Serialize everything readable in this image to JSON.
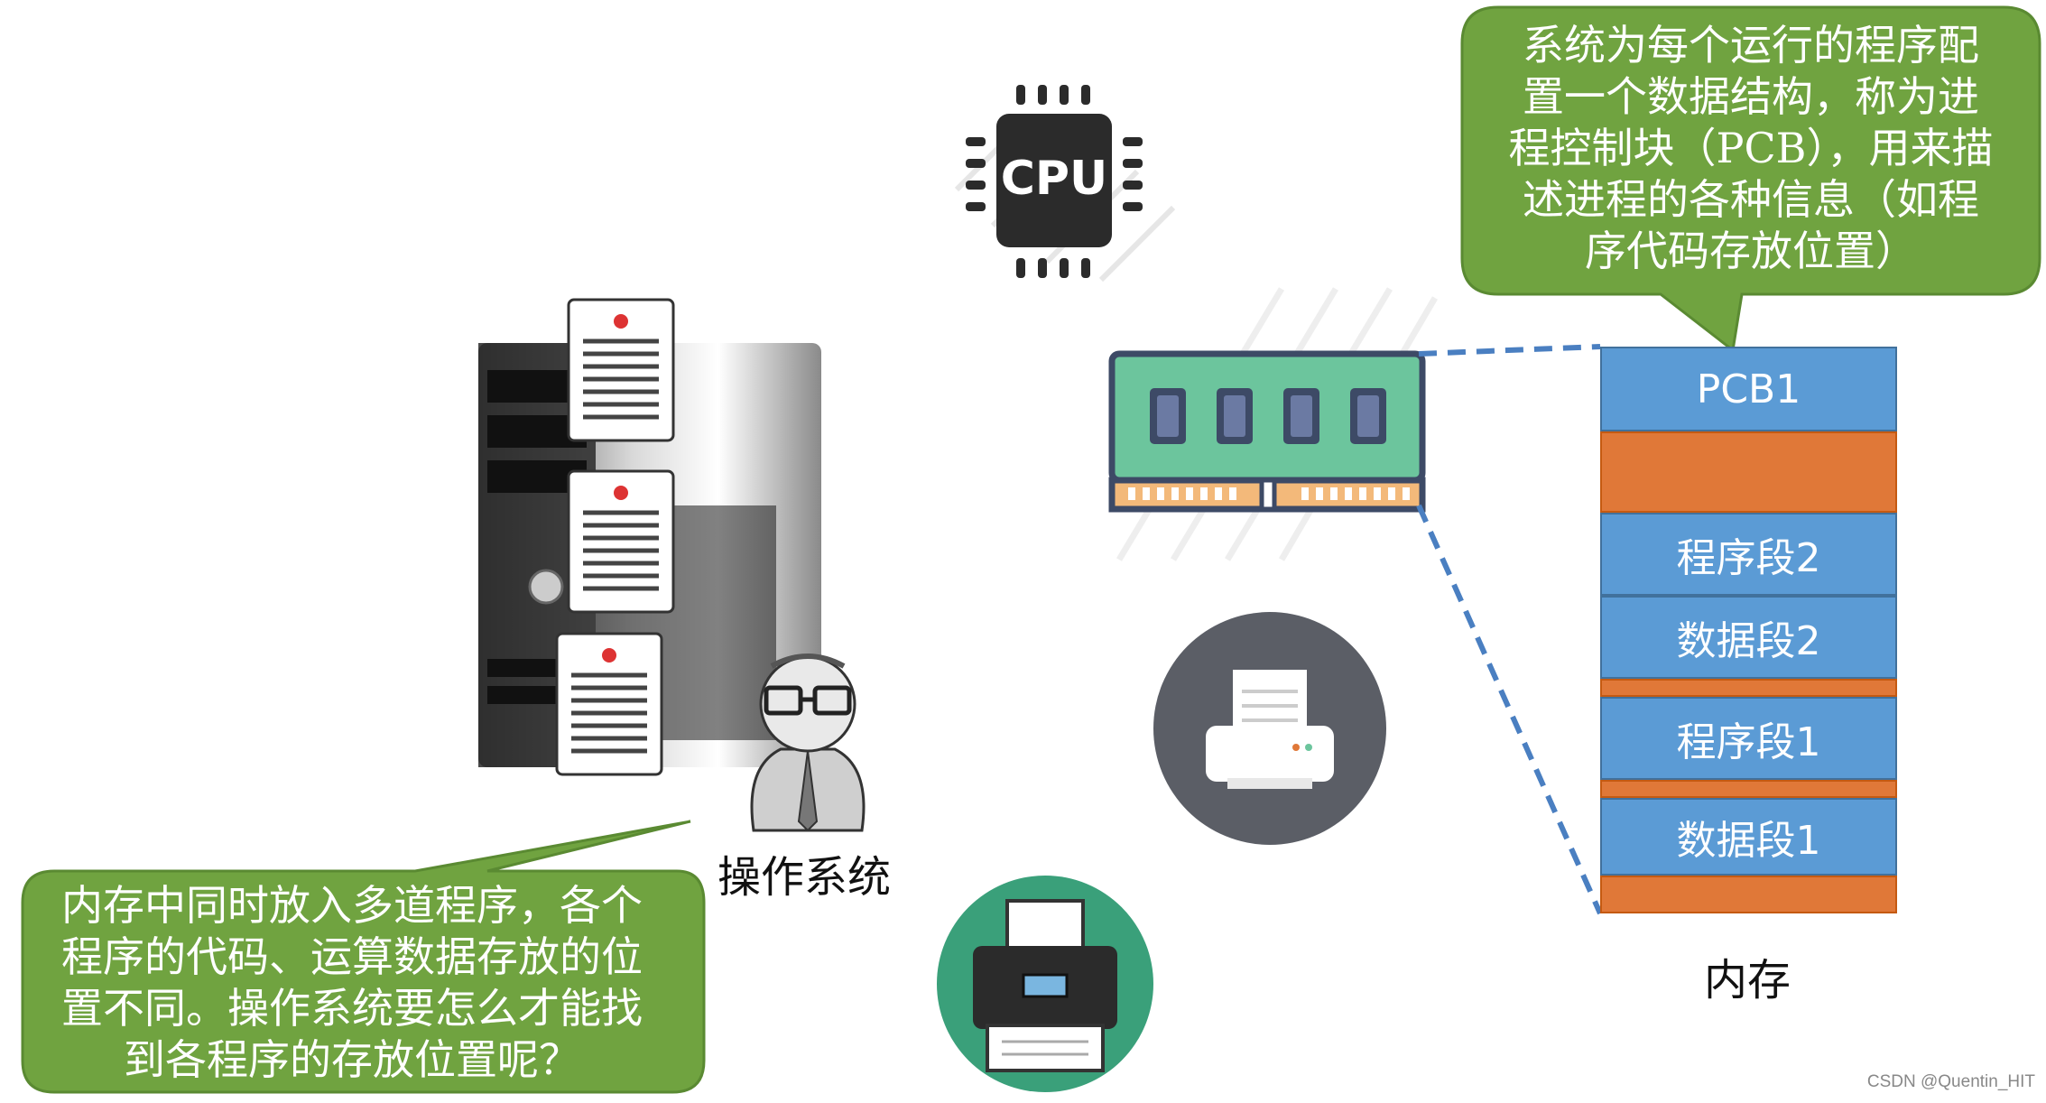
{
  "cpu": {
    "label": "CPU"
  },
  "os_label": "操作系统",
  "memory_label": "内存",
  "memory_blocks": [
    {
      "label": "PCB1",
      "kind": "blue"
    },
    {
      "label": "",
      "kind": "orange"
    },
    {
      "label": "程序段2",
      "kind": "blue"
    },
    {
      "label": "数据段2",
      "kind": "blue"
    },
    {
      "label": "",
      "kind": "orange"
    },
    {
      "label": "程序段1",
      "kind": "blue"
    },
    {
      "label": "",
      "kind": "orange"
    },
    {
      "label": "数据段1",
      "kind": "blue"
    },
    {
      "label": "",
      "kind": "orange"
    }
  ],
  "bubble_top_right": {
    "lines": [
      "系统为每个运行的程序配",
      "置一个数据结构，称为进",
      "程控制块（PCB），用来描",
      "述进程的各种信息（如程",
      "序代码存放位置）"
    ]
  },
  "bubble_bottom_left": {
    "lines": [
      "内存中同时放入多道程序，各个",
      "程序的代码、运算数据存放的位",
      "置不同。操作系统要怎么才能找",
      "到各程序的存放位置呢？"
    ]
  },
  "watermark": "CSDN @Quentin_HIT",
  "colors": {
    "bubble_green": "#70a340",
    "memory_blue": "#5b9bd5",
    "memory_orange": "#e07838",
    "dashed_line": "#4a7fc1"
  }
}
